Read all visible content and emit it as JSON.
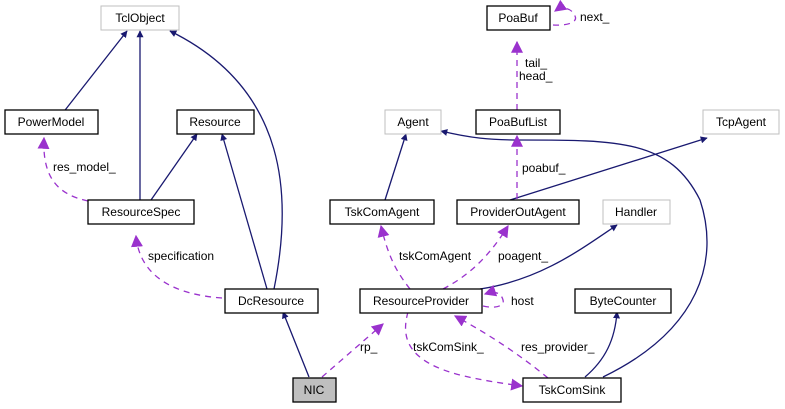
{
  "diagram": {
    "title": "NIC collaboration diagram",
    "colors": {
      "inheritance": "#191970",
      "usage": "#9a32cd",
      "node_border": "#000000",
      "external_border": "#bfbfbf",
      "focus_fill": "#bfbfbf",
      "node_fill": "#ffffff"
    },
    "nodes": {
      "TclObject": {
        "label": "TclObject",
        "kind": "external"
      },
      "PowerModel": {
        "label": "PowerModel",
        "kind": "class"
      },
      "Resource": {
        "label": "Resource",
        "kind": "class"
      },
      "ResourceSpec": {
        "label": "ResourceSpec",
        "kind": "class"
      },
      "DcResource": {
        "label": "DcResource",
        "kind": "class"
      },
      "NIC": {
        "label": "NIC",
        "kind": "focus"
      },
      "PoaBuf": {
        "label": "PoaBuf",
        "kind": "class"
      },
      "PoaBufList": {
        "label": "PoaBufList",
        "kind": "class"
      },
      "Agent": {
        "label": "Agent",
        "kind": "external"
      },
      "TcpAgent": {
        "label": "TcpAgent",
        "kind": "external"
      },
      "TskComAgent": {
        "label": "TskComAgent",
        "kind": "class"
      },
      "ProviderOutAgent": {
        "label": "ProviderOutAgent",
        "kind": "class"
      },
      "Handler": {
        "label": "Handler",
        "kind": "external"
      },
      "ResourceProvider": {
        "label": "ResourceProvider",
        "kind": "class"
      },
      "ByteCounter": {
        "label": "ByteCounter",
        "kind": "class"
      },
      "TskComSink": {
        "label": "TskComSink",
        "kind": "class"
      }
    },
    "edges": {
      "powermodel_tclobject": {
        "from": "PowerModel",
        "to": "TclObject",
        "type": "inheritance"
      },
      "resourcespec_tclobject": {
        "from": "ResourceSpec",
        "to": "TclObject",
        "type": "inheritance"
      },
      "dcresource_tclobject": {
        "from": "DcResource",
        "to": "TclObject",
        "type": "inheritance"
      },
      "resourcespec_resource": {
        "from": "ResourceSpec",
        "to": "Resource",
        "type": "inheritance"
      },
      "dcresource_resource": {
        "from": "DcResource",
        "to": "Resource",
        "type": "inheritance"
      },
      "nic_dcresource": {
        "from": "NIC",
        "to": "DcResource",
        "type": "inheritance"
      },
      "resourcespec_powermodel": {
        "from": "ResourceSpec",
        "to": "PowerModel",
        "type": "usage",
        "label": "res_model_"
      },
      "dcresource_resourcespec": {
        "from": "DcResource",
        "to": "ResourceSpec",
        "type": "usage",
        "label": "specification"
      },
      "nic_resourceprovider": {
        "from": "NIC",
        "to": "ResourceProvider",
        "type": "usage",
        "label": "rp_"
      },
      "poabuf_self": {
        "from": "PoaBuf",
        "to": "PoaBuf",
        "type": "usage",
        "label": "next_"
      },
      "poabuflist_poabuf": {
        "from": "PoaBufList",
        "to": "PoaBuf",
        "type": "usage",
        "label": "tail_\nhead_",
        "label_lines": [
          "tail_",
          "head_"
        ]
      },
      "tskcomagent_agent": {
        "from": "TskComAgent",
        "to": "Agent",
        "type": "inheritance"
      },
      "tskcomsink_agent": {
        "from": "TskComSink",
        "to": "Agent",
        "type": "inheritance"
      },
      "provideroutagent_tcpagent": {
        "from": "ProviderOutAgent",
        "to": "TcpAgent",
        "type": "inheritance"
      },
      "provideroutagent_poabuflist": {
        "from": "ProviderOutAgent",
        "to": "PoaBufList",
        "type": "usage",
        "label": "poabuf_"
      },
      "resourceprovider_tskcomagent": {
        "from": "ResourceProvider",
        "to": "TskComAgent",
        "type": "usage",
        "label": "tskComAgent"
      },
      "resourceprovider_provideroutagent": {
        "from": "ResourceProvider",
        "to": "ProviderOutAgent",
        "type": "usage",
        "label": "poagent_"
      },
      "resourceprovider_handler": {
        "from": "ResourceProvider",
        "to": "Handler",
        "type": "inheritance"
      },
      "resourceprovider_self": {
        "from": "ResourceProvider",
        "to": "ResourceProvider",
        "type": "usage",
        "label": "host"
      },
      "resourceprovider_tskcomsink": {
        "from": "ResourceProvider",
        "to": "TskComSink",
        "type": "usage",
        "label": "tskComSink_"
      },
      "tskcomsink_resourceprovider": {
        "from": "TskComSink",
        "to": "ResourceProvider",
        "type": "usage",
        "label": "res_provider_"
      },
      "tskcomsink_bytecounter": {
        "from": "TskComSink",
        "to": "ByteCounter",
        "type": "inheritance"
      }
    }
  }
}
